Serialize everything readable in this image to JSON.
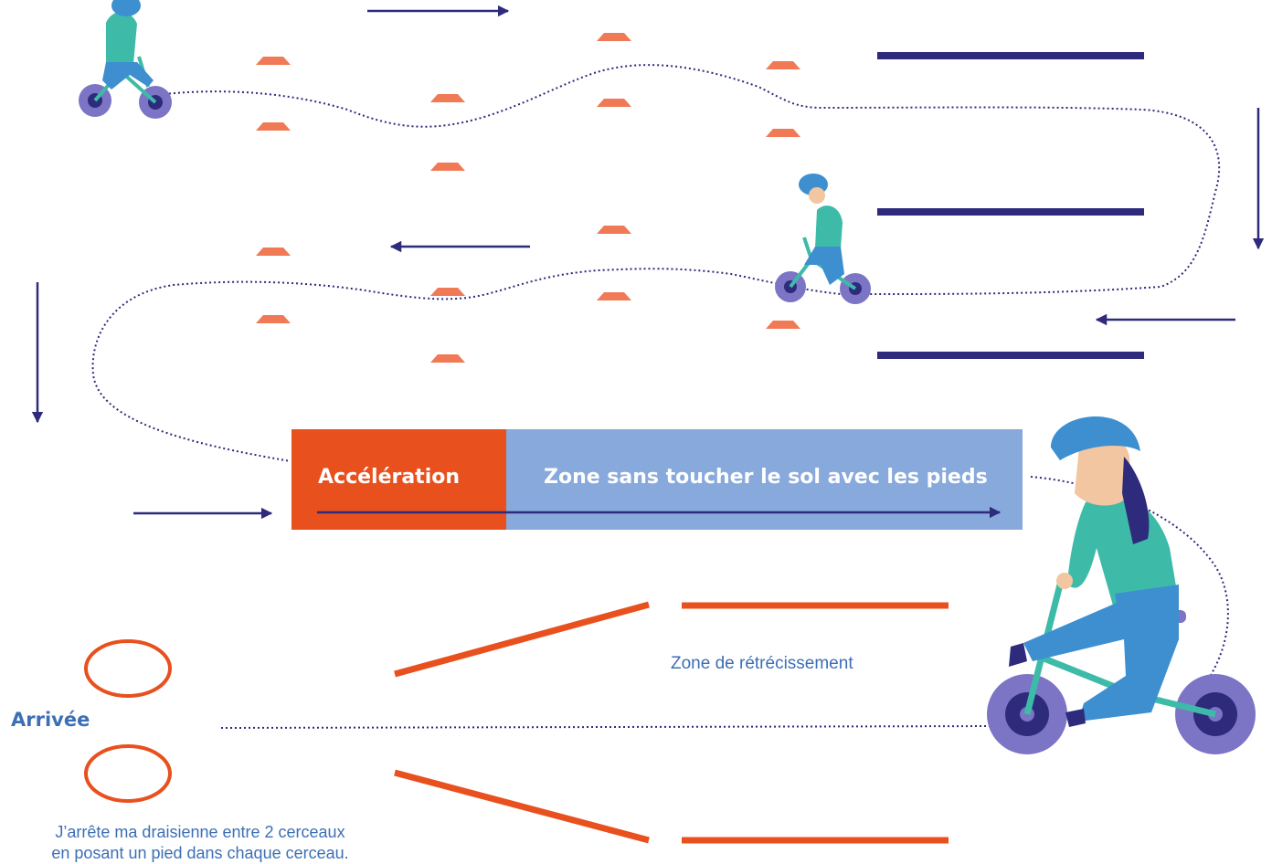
{
  "labels": {
    "acceleration": "Accélération",
    "no_feet_zone": "Zone sans toucher le sol avec les pieds",
    "narrowing_zone": "Zone de rétrécissement",
    "finish": "Arrivée",
    "instruction_line1": "J’arrête ma draisienne entre 2 cerceaux",
    "instruction_line2": "en posant un pied dans chaque cerceau."
  },
  "colors": {
    "navy": "#2e2a7c",
    "orange": "#e8501e",
    "cone": "#f07a55",
    "light_blue_zone": "#87a9db",
    "text_blue": "#3d6fb5",
    "child_shirt": "#3dbba8",
    "helmet": "#3d8fd0",
    "bike_wheel": "#7c74c4"
  }
}
